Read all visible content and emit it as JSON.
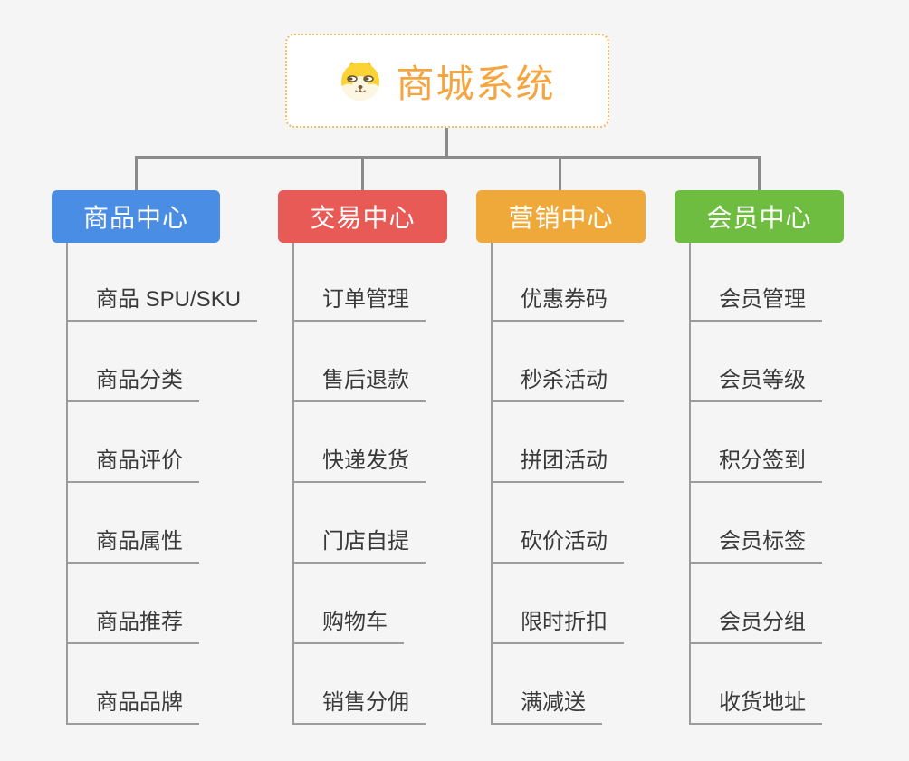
{
  "root": {
    "title": "商城系统",
    "icon": "shiba-dog"
  },
  "colors": {
    "root_text": "#f5a53f",
    "root_border": "#f3bc68",
    "connector": "#8b8b8b",
    "child_line": "#9c9c9c",
    "child_text": "#3a3a3a"
  },
  "branches": [
    {
      "key": "product-center",
      "label": "商品中心",
      "color": "#4a8de5",
      "children": [
        "商品 SPU/SKU",
        "商品分类",
        "商品评价",
        "商品属性",
        "商品推荐",
        "商品品牌"
      ]
    },
    {
      "key": "trade-center",
      "label": "交易中心",
      "color": "#e85a56",
      "children": [
        "订单管理",
        "售后退款",
        "快递发货",
        "门店自提",
        "购物车",
        "销售分佣"
      ]
    },
    {
      "key": "marketing-center",
      "label": "营销中心",
      "color": "#efa93a",
      "children": [
        "优惠券码",
        "秒杀活动",
        "拼团活动",
        "砍价活动",
        "限时折扣",
        "满减送"
      ]
    },
    {
      "key": "member-center",
      "label": "会员中心",
      "color": "#6ebd41",
      "children": [
        "会员管理",
        "会员等级",
        "积分签到",
        "会员标签",
        "会员分组",
        "收货地址"
      ]
    }
  ]
}
